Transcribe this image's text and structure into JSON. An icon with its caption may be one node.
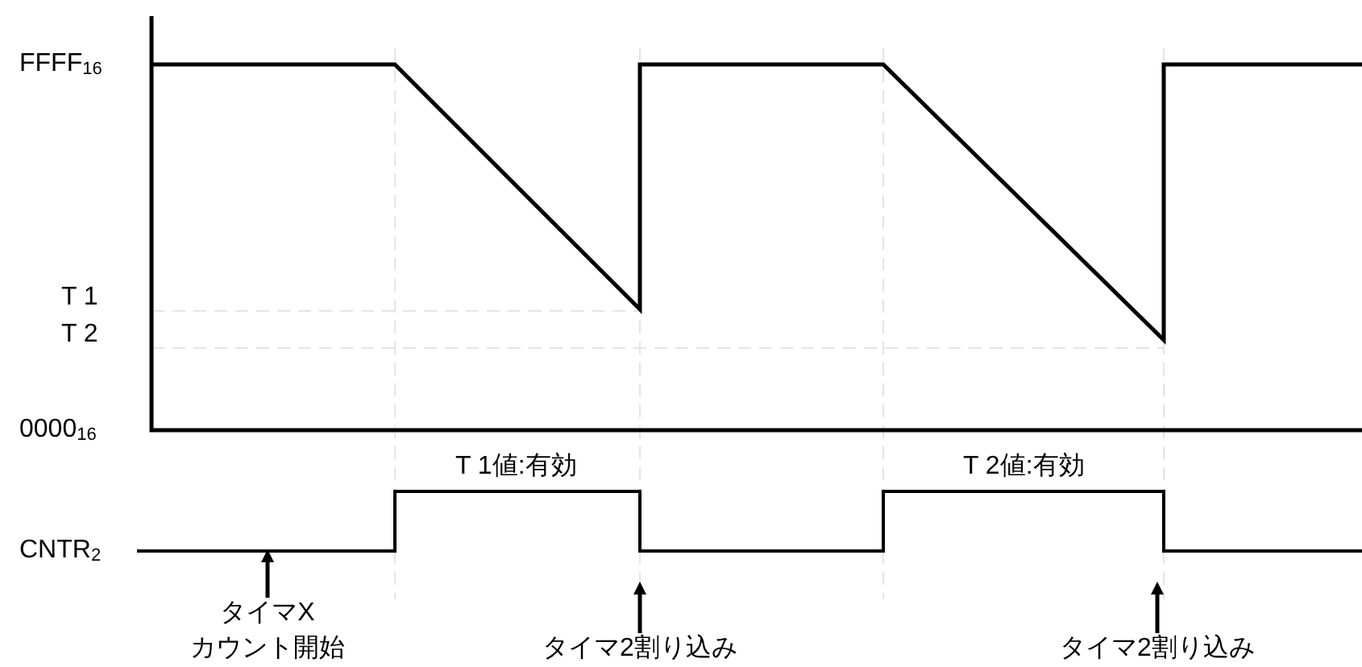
{
  "diagram": {
    "nodes": [
      {
        "text": [
          "タイマX",
          "カウント開始"
        ]
      },
      {
        "text": [
          "タイマ2割り込み"
        ]
      },
      {
        "text": [
          "タイマ2割り込み"
        ]
      }
    ],
    "edges": [
      {
        "from": 0,
        "to": null,
        "arrow": "to"
      },
      {
        "from": 1,
        "to": null,
        "arrow": "to"
      },
      {
        "from": 2,
        "to": null,
        "arrow": "to"
      }
    ],
    "labels": [
      "FFFF$_{16}$",
      "T 1",
      "T 2",
      "0000$_{16}$",
      "T 1値:有効",
      "T 2値:有効",
      "CNTR$_{2}$"
    ]
  }
}
